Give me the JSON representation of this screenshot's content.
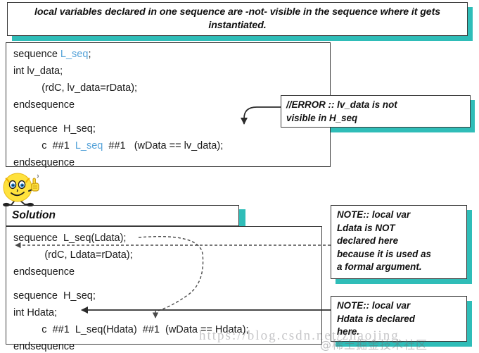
{
  "colors": {
    "accent_teal": "#2fbdb8",
    "keyword_blue": "#56a3d9",
    "text": "#1b1b1b",
    "border": "#3a3a3a",
    "background": "#ffffff"
  },
  "banner": {
    "text": "local variables declared in one sequence are -not- visible in the sequence where it gets instantiated."
  },
  "code_block_problem": {
    "lines": [
      {
        "indent": "sequence ",
        "name": "L_seq",
        "tail": ";"
      },
      {
        "text": "int lv_data;"
      },
      {
        "text": "          (rdC, lv_data=rData);"
      },
      {
        "text": "endsequence"
      },
      {
        "text": "sequence  H_seq;"
      },
      {
        "pre": "          c  ##1  ",
        "name": "L_seq",
        "post": "  ##1   (wData == lv_data);"
      },
      {
        "text": "endsequence"
      }
    ],
    "line1_keyword": "sequence",
    "line1_name": "L_seq",
    "line1_semi": ";",
    "line2": "int lv_data;",
    "line3": "          (rdC, lv_data=rData);",
    "line4": "endsequence",
    "line5": "sequence  H_seq;",
    "line6_pre": "          c  ##1  ",
    "line6_name": "L_seq",
    "line6_post": "  ##1   (wData == lv_data);",
    "line7": "endsequence"
  },
  "error_callout": {
    "text": "//ERROR :: lv_data is not\nvisible in H_seq"
  },
  "smiley": {
    "icon": "smiley-thumbs-up-icon"
  },
  "solution_header": {
    "label": "Solution"
  },
  "code_block_solution": {
    "line1": "sequence  L_seq(Ldata);",
    "line2": "           (rdC, Ldata=rData);",
    "line3": "endsequence",
    "line4": "sequence  H_seq;",
    "line5": "int Hdata;",
    "line6": "          c  ##1  L_seq(Hdata)  ##1  (wData == Hdata);",
    "line7": "endsequence"
  },
  "note_ldata": {
    "text": "NOTE:: local var\nLdata is NOT\ndeclared here\nbecause it is used as\na formal argument."
  },
  "note_hdata": {
    "text": "NOTE:: local var\nHdata is declared\nhere."
  },
  "watermark": {
    "url": "https://blog.csdn.net/zhaojing",
    "community": "@稀土掘金技术社区"
  }
}
